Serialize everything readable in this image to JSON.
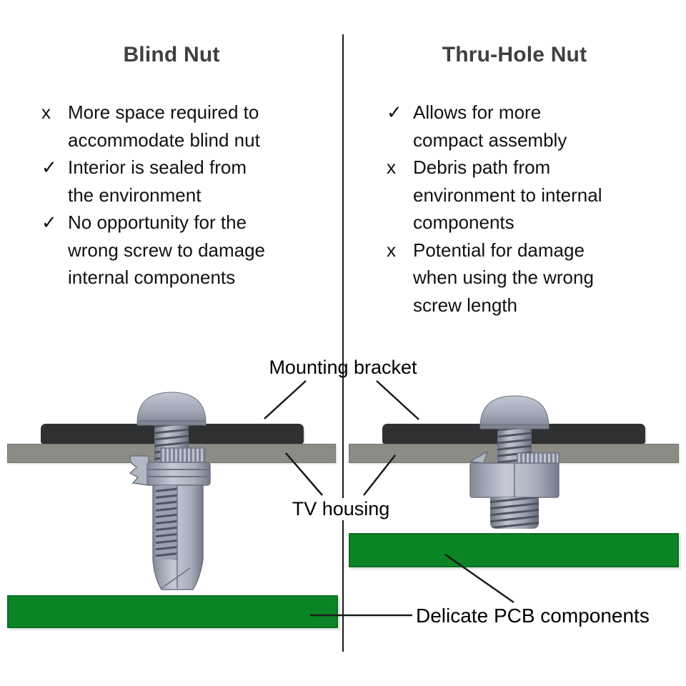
{
  "colors": {
    "bracket": "#2f3031",
    "housing": "#8c8b85",
    "pcb": "#0b8425",
    "pcb-border": "#0a7020",
    "metal": "#a9aebc",
    "metal-dark": "#6e7380",
    "heading": "#3f3f3f",
    "text": "#111111",
    "line": "#1a1a1a"
  },
  "columns": [
    {
      "title": "Blind Nut",
      "items": [
        {
          "marker": "x",
          "lines": [
            "More space required to",
            "accommodate blind nut"
          ]
        },
        {
          "marker": "✓",
          "lines": [
            "Interior is sealed from",
            "the environment"
          ]
        },
        {
          "marker": "✓",
          "lines": [
            "No opportunity for the",
            "wrong screw to damage",
            "internal components"
          ]
        }
      ]
    },
    {
      "title": "Thru-Hole Nut",
      "items": [
        {
          "marker": "✓",
          "lines": [
            "Allows for more",
            "compact assembly"
          ]
        },
        {
          "marker": "x",
          "lines": [
            "Debris path from",
            "environment to internal",
            "components"
          ]
        },
        {
          "marker": "x",
          "lines": [
            "Potential for damage",
            "when using the wrong",
            "screw length"
          ]
        }
      ]
    }
  ],
  "diagram": {
    "labels": {
      "mounting_bracket": "Mounting bracket",
      "tv_housing": "TV housing",
      "pcb_components": "Delicate PCB components"
    }
  }
}
